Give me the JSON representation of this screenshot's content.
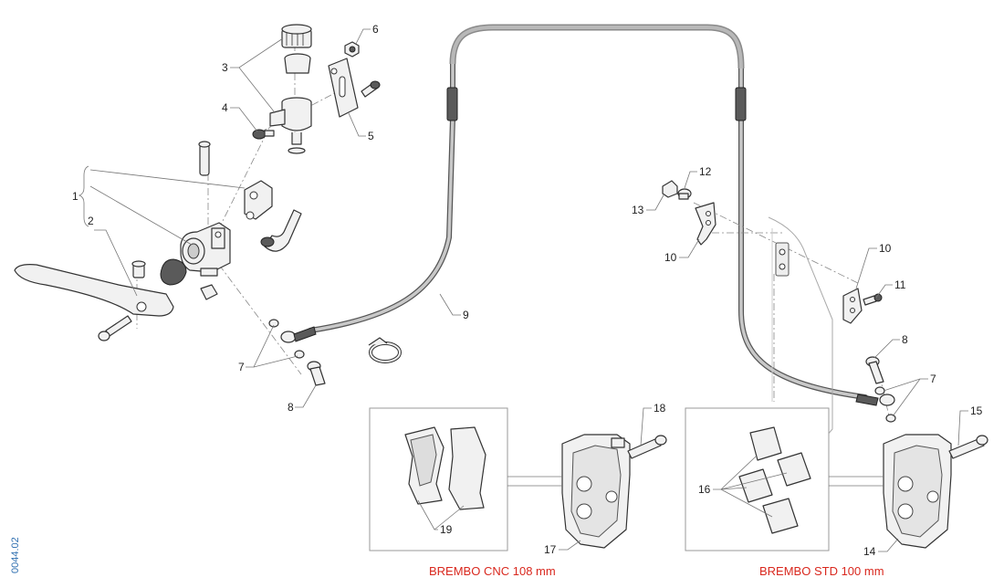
{
  "colors": {
    "line": "#333333",
    "caption": "#d9281e",
    "code": "#2f6fb0",
    "hose": "#bdbdbd"
  },
  "drawing_code": "0044.02",
  "captions": {
    "cnc": "BREMBO CNC 108 mm",
    "std": "BREMBO STD 100 mm"
  },
  "callouts": [
    "1",
    "2",
    "3",
    "4",
    "5",
    "6",
    "7",
    "7",
    "8",
    "8",
    "9",
    "10",
    "10",
    "11",
    "12",
    "13",
    "14",
    "15",
    "16",
    "17",
    "18",
    "19"
  ]
}
